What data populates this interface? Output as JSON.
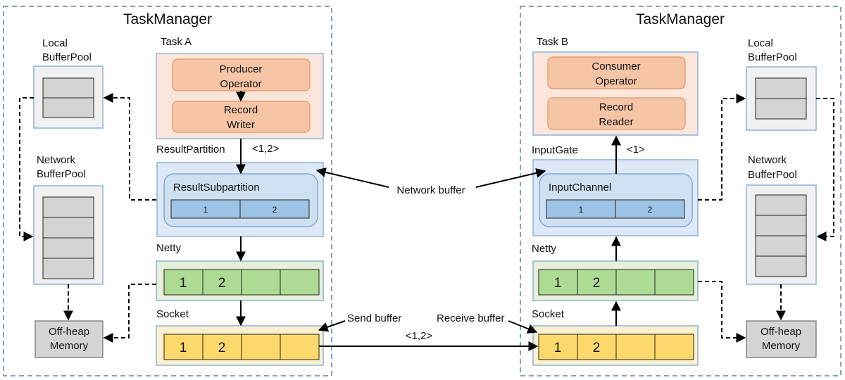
{
  "colors": {
    "frame": "#5b83a3",
    "op_fill": "#f6c5a6",
    "op_stroke": "#e49566",
    "task_bg": "#fbe6dc",
    "blue_bg": "#dde9f6",
    "blue_stroke": "#8fb3d7",
    "blue_inner": "#cfe0f3",
    "blue_cell": "#9dc3e6",
    "netty_bg": "#e6f0da",
    "netty_cell": "#aedb93",
    "netty_stroke": "#8ab56c",
    "socket_bg": "#fbf0d0",
    "socket_cell": "#fdd96b",
    "socket_stroke": "#d9b44a",
    "pool_bg": "#f1f1f1",
    "pool_cell": "#d4d4d4",
    "memory_fill": "#d4d4d4"
  },
  "left": {
    "title": "TaskManager",
    "task_label": "Task A",
    "operator_line1": "Producer",
    "operator_line2": "Operator",
    "writer_line1": "Record",
    "writer_line2": "Writer",
    "result_partition": "ResultPartition",
    "partition_arrow_label": "<1,2>",
    "subpartition": "ResultSubpartition",
    "subpartition_cells": [
      "1",
      "2"
    ],
    "netty": "Netty",
    "netty_cells": [
      "1",
      "2",
      "",
      ""
    ],
    "socket": "Socket",
    "socket_cells": [
      "1",
      "2",
      "",
      ""
    ],
    "local_pool_line1": "Local",
    "local_pool_line2": "BufferPool",
    "network_pool_line1": "Network",
    "network_pool_line2": "BufferPool",
    "memory_line1": "Off-heap",
    "memory_line2": "Memory"
  },
  "right": {
    "title": "TaskManager",
    "task_label": "Task B",
    "operator_line1": "Consumer",
    "operator_line2": "Operator",
    "reader_line1": "Record",
    "reader_line2": "Reader",
    "input_gate": "InputGate",
    "gate_arrow_label": "<1>",
    "channel": "InputChannel",
    "channel_cells": [
      "1",
      "2"
    ],
    "netty": "Netty",
    "netty_cells": [
      "1",
      "2",
      "",
      ""
    ],
    "socket": "Socket",
    "socket_cells": [
      "1",
      "2",
      "",
      ""
    ],
    "local_pool_line1": "Local",
    "local_pool_line2": "BufferPool",
    "network_pool_line1": "Network",
    "network_pool_line2": "BufferPool",
    "memory_line1": "Off-heap",
    "memory_line2": "Memory"
  },
  "middle": {
    "network_buffer": "Network buffer",
    "send_buffer": "Send buffer",
    "receive_buffer": "Receive buffer",
    "transfer_label": "<1,2>"
  }
}
